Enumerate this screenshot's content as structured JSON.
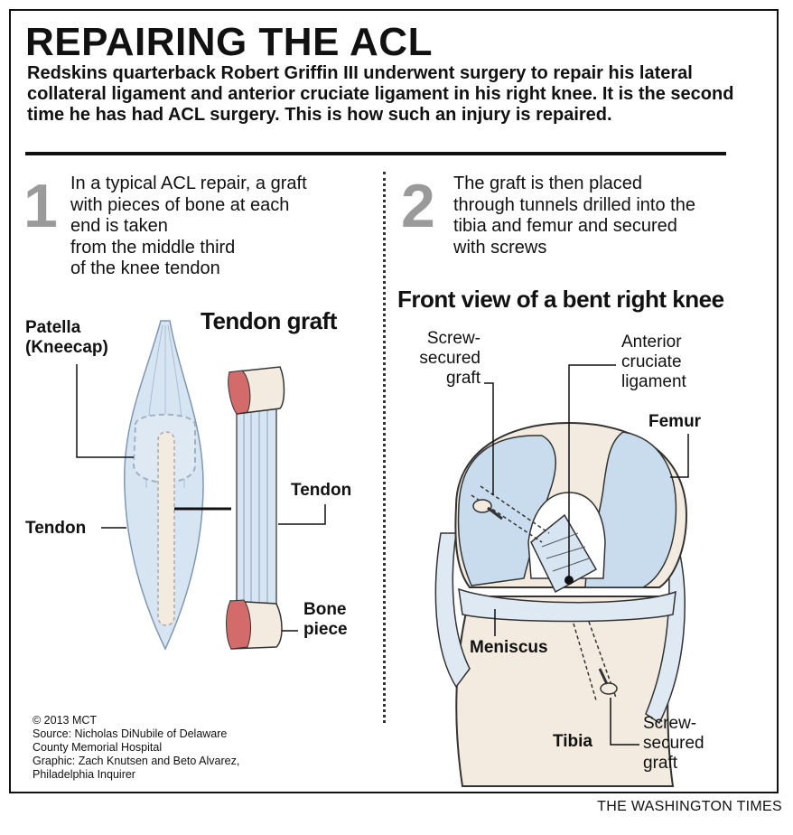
{
  "header": {
    "title": "REPAIRING THE ACL",
    "intro": "Redskins quarterback Robert Griffin III underwent surgery to repair his lateral collateral ligament and anterior cruciate ligament in his right knee.  It is the second time he has had ACL surgery.  This is how such an injury is repaired."
  },
  "step1": {
    "number": "1",
    "text_lines": [
      "In a typical ACL repair, a graft",
      "with pieces of bone at each",
      "end is taken",
      "from the middle third",
      "of the knee tendon"
    ],
    "patella_lines": [
      "Patella",
      "(Kneecap)"
    ],
    "tendon_left": "Tendon",
    "graft_title": "Tendon graft",
    "tendon_right": "Tendon",
    "bone_lines": [
      "Bone",
      "piece"
    ]
  },
  "step2": {
    "number": "2",
    "text_lines": [
      "The graft is then placed",
      "through tunnels drilled into the",
      "tibia and femur and secured",
      "with screws"
    ],
    "view_title": "Front view of a bent right knee",
    "screw_top_lines": [
      "Screw-",
      "secured",
      "graft"
    ],
    "acl_lines": [
      "Anterior",
      "cruciate",
      "ligament"
    ],
    "femur": "Femur",
    "meniscus": "Meniscus",
    "tibia": "Tibia",
    "screw_bottom_lines": [
      "Screw-",
      "secured",
      "graft"
    ]
  },
  "credits": {
    "copyright": "© 2013 MCT",
    "source_lines": [
      "Source: Nicholas DiNubile of Delaware",
      "County Memorial Hospital"
    ],
    "graphic_lines": [
      "Graphic: Zach Knutsen and Beto Alvarez,",
      "Philadelphia Inquirer"
    ]
  },
  "footer": "THE WASHINGTON TIMES",
  "colors": {
    "tendon": "#d7e5f3",
    "bone": "#f3ebdf",
    "marrow": "#d36b6b",
    "knee_blue": "#c9dcee",
    "ink": "#111111",
    "step_gray": "#9a9a9a"
  }
}
